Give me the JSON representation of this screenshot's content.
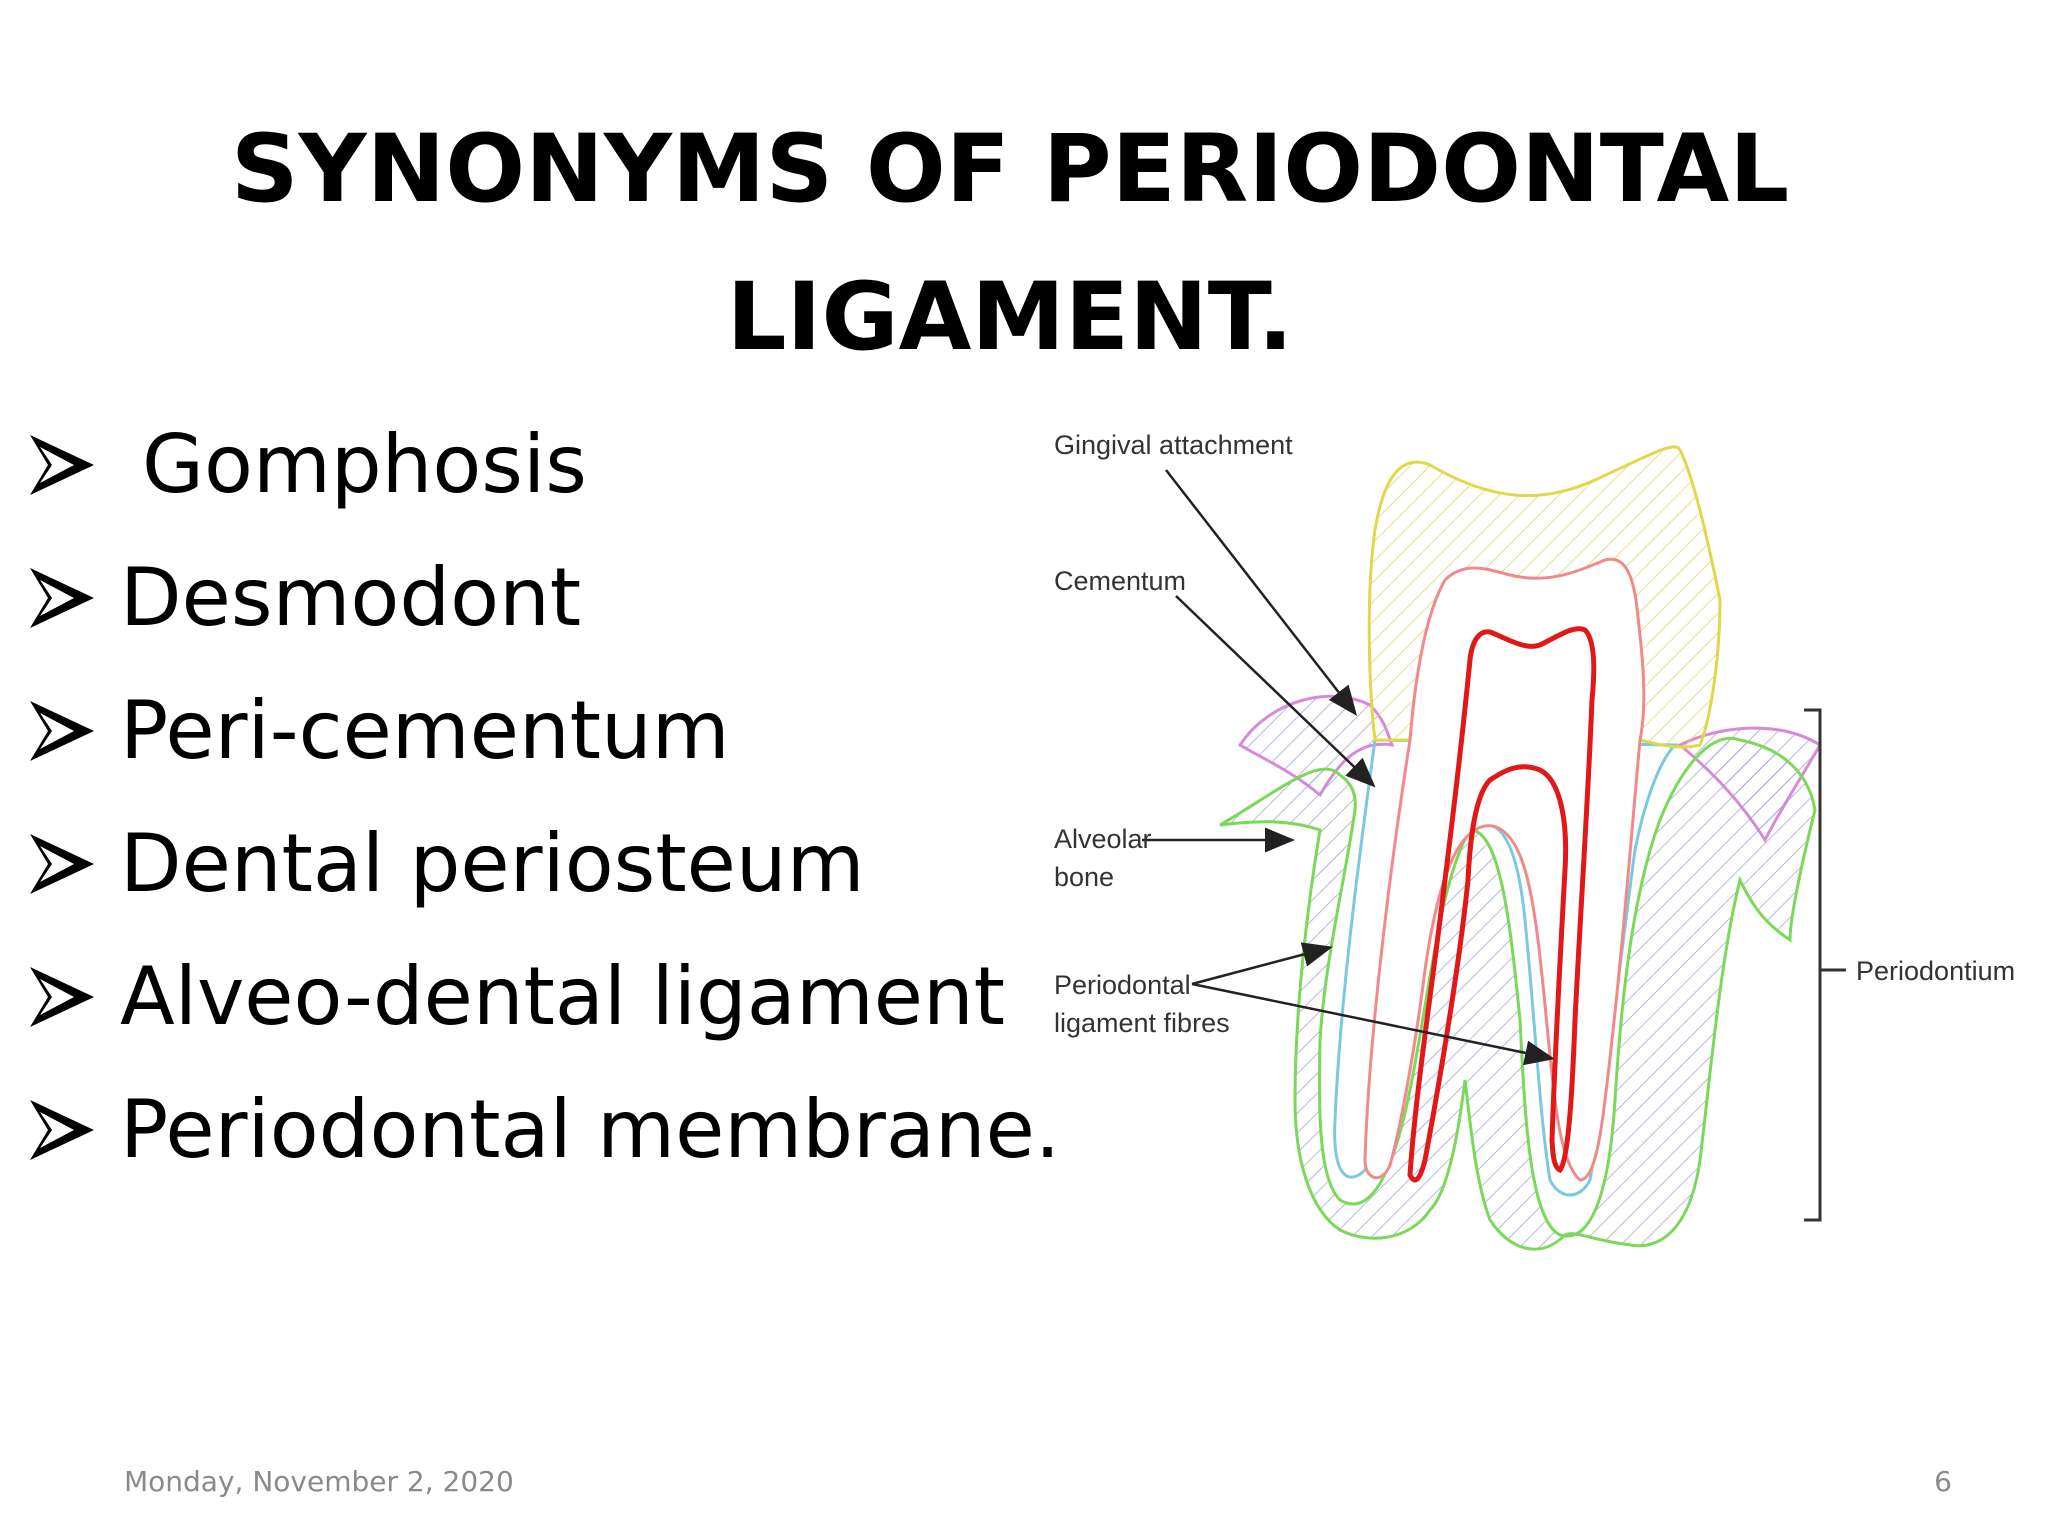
{
  "slide": {
    "title_line1": "SYNONYMS OF PERIODONTAL",
    "title_line2": "LIGAMENT.",
    "bullets": [
      "Gomphosis",
      "Desmodont",
      "Peri-cementum",
      "Dental periosteum",
      "Alveo-dental ligament",
      "Periodontal membrane."
    ],
    "bullet_icon": "arrowhead-bullet-icon",
    "diagram": {
      "labels": {
        "gingival_attachment": "Gingival attachment",
        "cementum": "Cementum",
        "alveolar_line1": "Alveolar",
        "alveolar_line2": "bone",
        "pdl_line1": "Periodontal",
        "pdl_line2": "ligament fibres",
        "periodontium": "Periodontium"
      },
      "colors": {
        "enamel": "#e0d84a",
        "dentin": "#f08a8a",
        "pulp": "#e01818",
        "cementum": "#7cc8e0",
        "alveolar_bone": "#7ad85a",
        "gingiva": "#d88ad8",
        "hatch": "#9a9ad0"
      }
    },
    "footer": {
      "date": "Monday, November 2, 2020",
      "page_number": "6"
    }
  }
}
